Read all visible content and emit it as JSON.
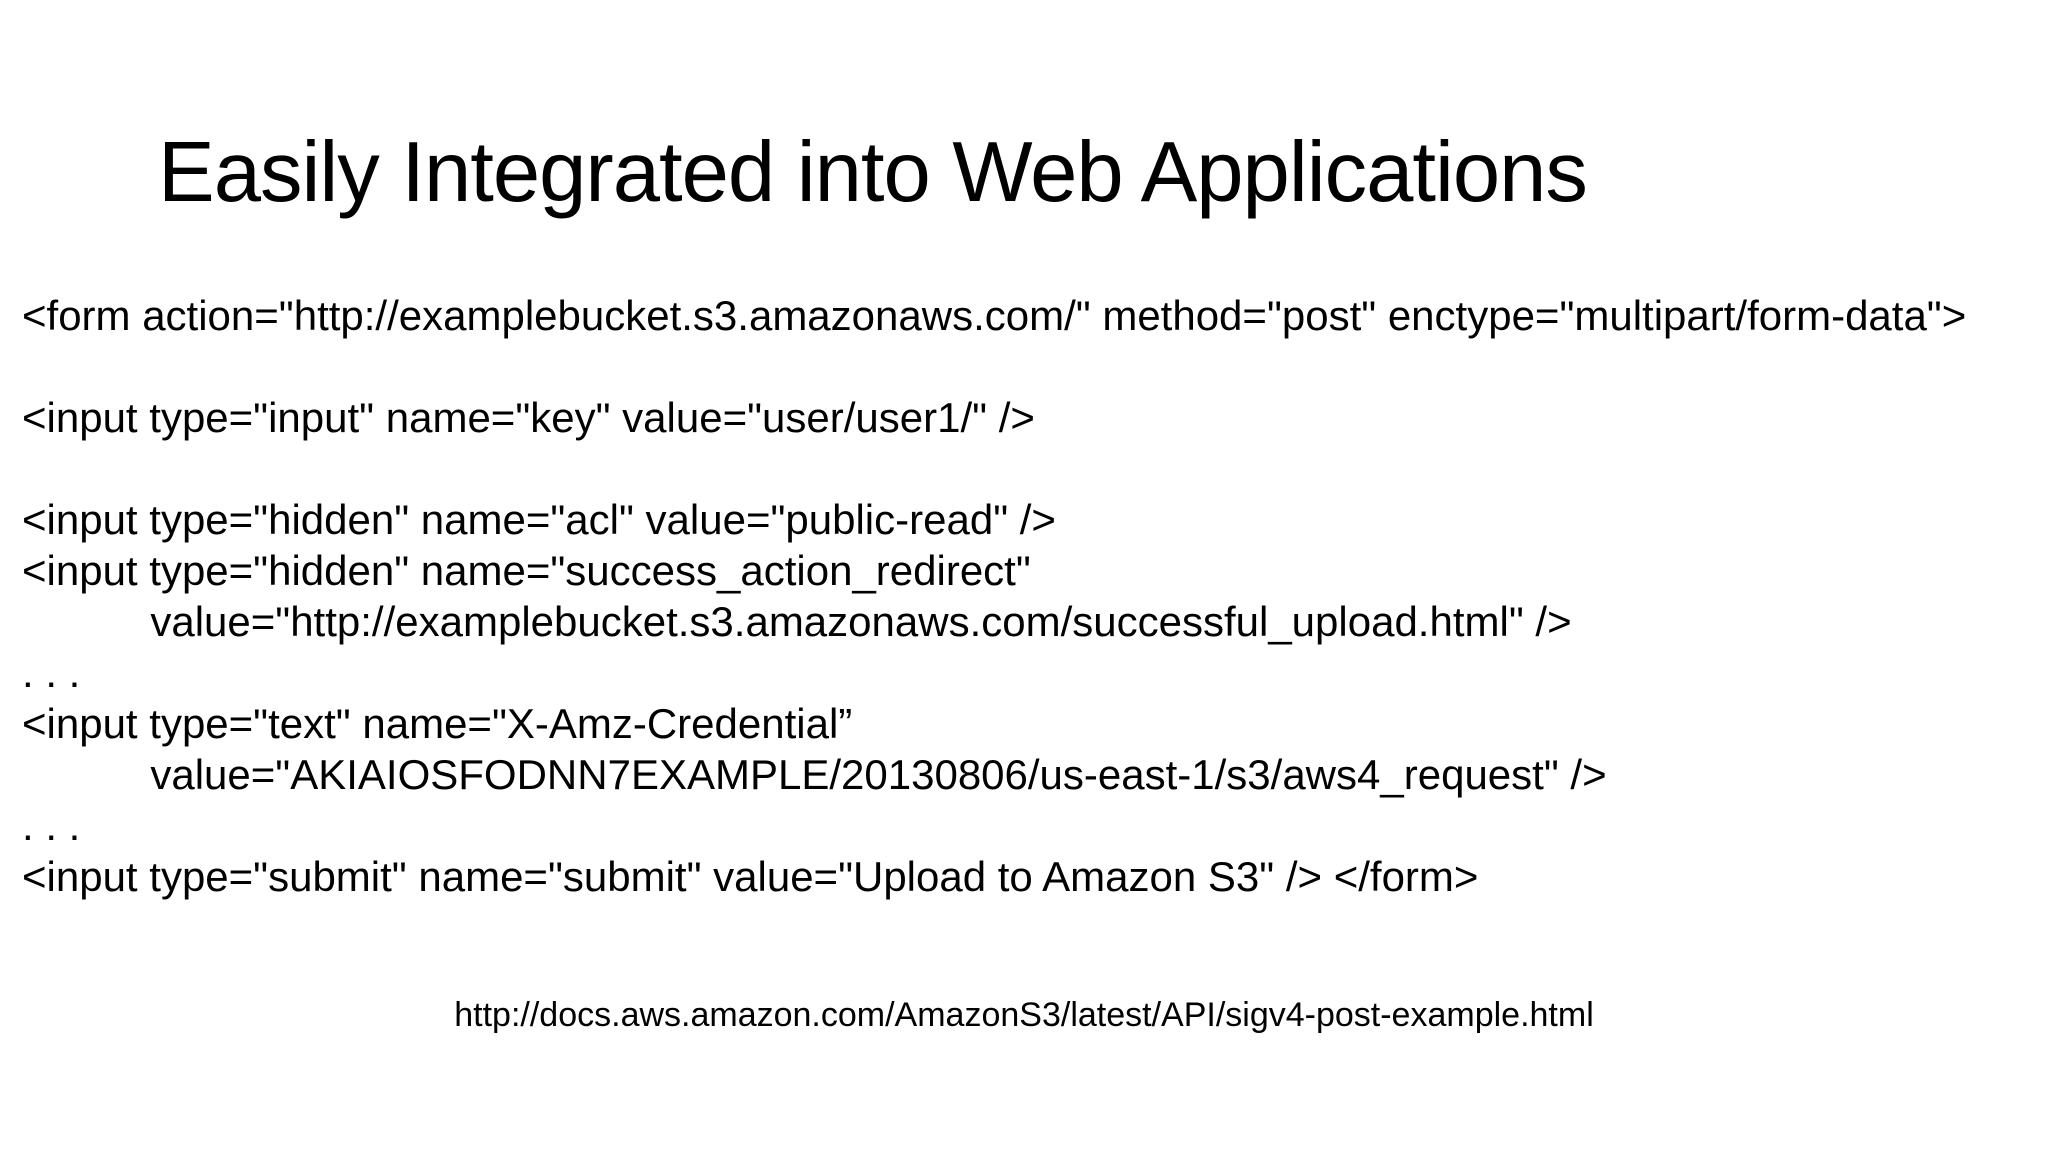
{
  "colors": {
    "background": "#ffffff",
    "text": "#000000"
  },
  "slide": {
    "title": "Easily Integrated into Web Applications",
    "code_lines": [
      "<form action=\"http://examplebucket.s3.amazonaws.com/\" method=\"post\" enctype=\"multipart/form-data\">",
      "",
      "<input type=\"input\" name=\"key\" value=\"user/user1/\" />",
      "",
      "<input type=\"hidden\" name=\"acl\" value=\"public-read\" />",
      "<input type=\"hidden\" name=\"success_action_redirect\"",
      "           value=\"http://examplebucket.s3.amazonaws.com/successful_upload.html\" />",
      ". . .",
      "<input type=\"text\" name=\"X-Amz-Credential”",
      "           value=\"AKIAIOSFODNN7EXAMPLE/20130806/us-east-1/s3/aws4_request\" />",
      ". . .",
      "<input type=\"submit\" name=\"submit\" value=\"Upload to Amazon S3\" /> </form>"
    ],
    "footer_link": "http://docs.aws.amazon.com/AmazonS3/latest/API/sigv4-post-example.html"
  }
}
